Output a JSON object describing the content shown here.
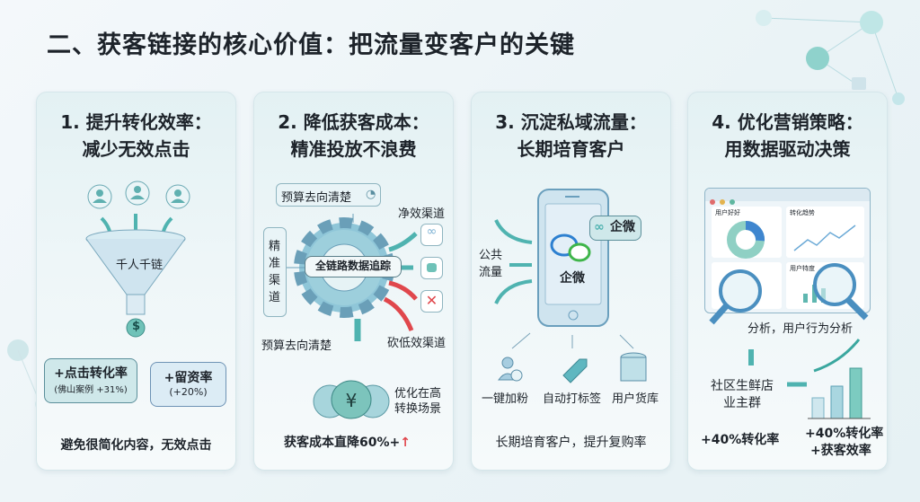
{
  "title": "二、获客链接的核心价值：把流量变客户的关键",
  "cards": [
    {
      "heading1": "1. 提升转化效率：",
      "heading2": "减少无效点击",
      "funnel_label": "千人千链",
      "bubble1_main": "+点击转化率",
      "bubble1_sub": "(佛山案例 +31%)",
      "bubble2_main": "+留资率",
      "bubble2_sub": "(+20%)",
      "footer": "避免很简化内容，无效点击"
    },
    {
      "heading1": "2. 降低获客成本：",
      "heading2": "精准投放不浪费",
      "budget_top": "预算去向清楚",
      "budget_bottom": "预算去向清楚",
      "precise_channel": "精准渠道",
      "gear_label": "全链路数据追踪",
      "net_channel": "净效渠道",
      "cut_channel": "砍低效渠道",
      "optimize": "优化在高转换场景",
      "footer": "获客成本直降60%+"
    },
    {
      "heading1": "3. 沉淀私域流量：",
      "heading2": "长期培育客户",
      "public_traffic": "公共流量",
      "phone_label": "企微",
      "tag_label": "企微",
      "feature1": "一键加粉",
      "feature2": "自动打标签",
      "feature3": "用户货库",
      "footer": "长期培育客户，提升复购率"
    },
    {
      "heading1": "4. 优化营销策略：",
      "heading2": "用数据驱动决策",
      "panel1": "用户好好",
      "panel2": "转化趋势",
      "panel3": "用户特度",
      "analysis": "分析，用户行为分析",
      "community": "社区生鲜店业主群",
      "result_left": "+40%转化率",
      "result_right1": "+40%转化率",
      "result_right2": "+获客效率"
    }
  ],
  "colors": {
    "teal": "#4fb3b0",
    "red": "#e0474c",
    "blue": "#4a8fd6"
  }
}
